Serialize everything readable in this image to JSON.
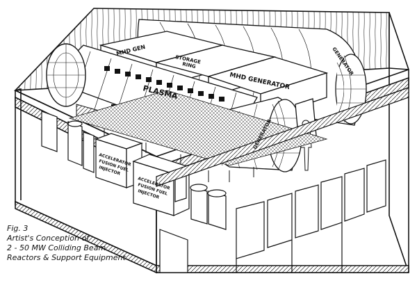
{
  "labels": {
    "mhd_gen": "MHD GEN",
    "storage_top": "STORAGE",
    "storage_bot": "RING",
    "mhd_generator": "MHD GENERATOR",
    "generator_right": "GENERATOR",
    "plasma": "PLASMA",
    "generator_center": "GENERATOR",
    "injector_left": [
      "ACCELERATOR",
      "FUSION FUEL",
      "INJECTOR"
    ],
    "injector_right": [
      "ACCELERATOR",
      "FUSION FUEL",
      "INJECTOR"
    ]
  },
  "caption": {
    "fig": "Fig. 3",
    "line1": "Artist's  Conception of",
    "line2": "2 - 50 MW  Colliding Beam",
    "line3": "Reactors & Support Equipment"
  }
}
